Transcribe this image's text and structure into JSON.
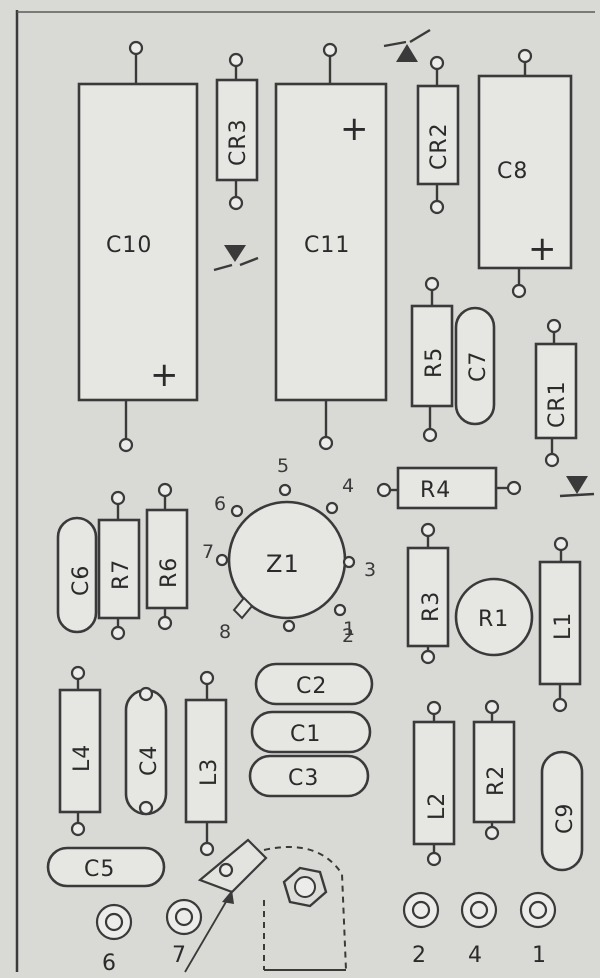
{
  "components": {
    "C10": "C10",
    "C11": "C11",
    "C8": "C8",
    "CR3": "CR3",
    "CR2": "CR2",
    "CR1": "CR1",
    "R5": "R5",
    "C7": "C7",
    "R4": "R4",
    "C6": "C6",
    "R7": "R7",
    "R6": "R6",
    "Z1": "Z1",
    "R3": "R3",
    "R1": "R1",
    "L1": "L1",
    "C2": "C2",
    "C1": "C1",
    "C3": "C3",
    "L4": "L4",
    "C4": "C4",
    "L3": "L3",
    "L2": "L2",
    "R2": "R2",
    "C9": "C9",
    "C5": "C5"
  },
  "polarity": {
    "plus": "+"
  },
  "z1_pins": [
    "1",
    "2",
    "3",
    "4",
    "5",
    "6",
    "7",
    "8"
  ],
  "terminals": [
    "6",
    "7",
    "2",
    "4",
    "1"
  ],
  "colors": {
    "board": "#d9d9d6",
    "ink": "#2b2b2b"
  }
}
